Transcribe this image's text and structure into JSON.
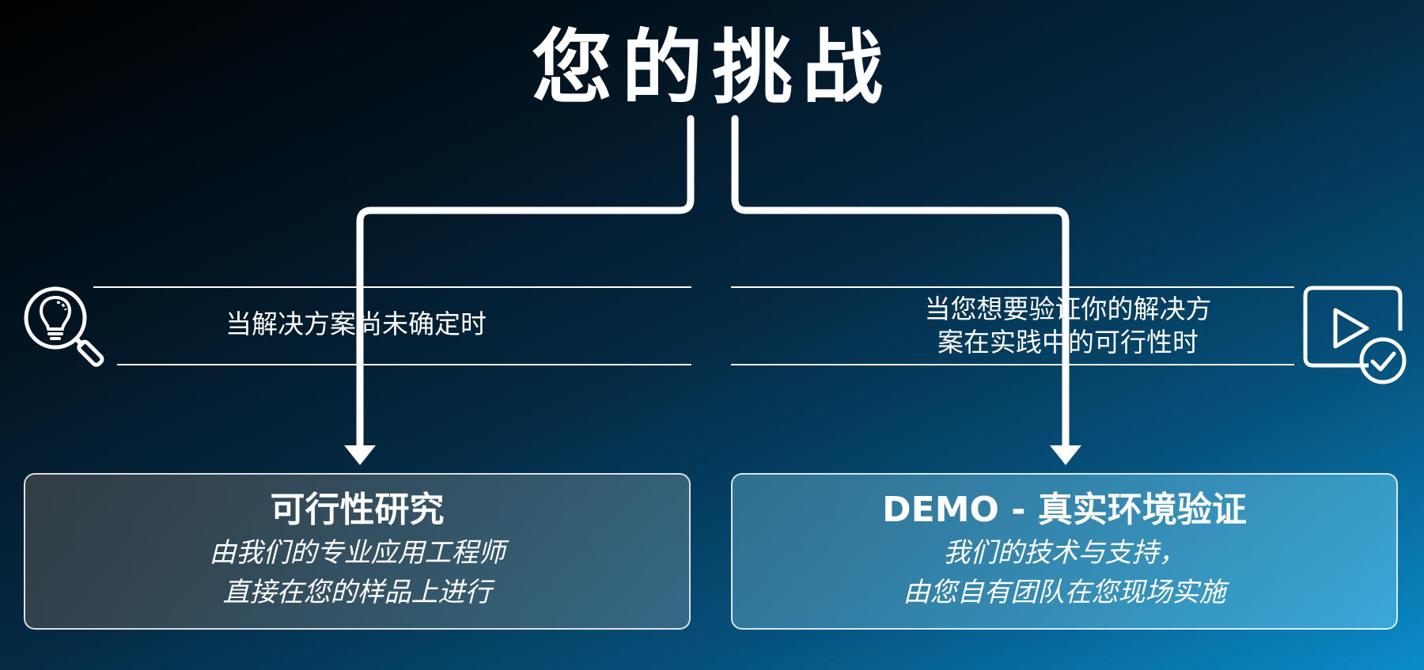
{
  "title": "您的挑战",
  "left_path": {
    "condition": [
      "当解决方案尚未确定时"
    ],
    "icon": "lightbulb-magnifier-icon",
    "result": {
      "title": "可行性研究",
      "lines": [
        "由我们的专业应用工程师",
        "直接在您的样品上进行"
      ]
    }
  },
  "right_path": {
    "condition": [
      "当您想要验证你的解决方",
      "案在实践中的可行性时"
    ],
    "icon": "play-check-icon",
    "result": {
      "title": "DEMO - 真实环境验证",
      "lines": [
        "我们的技术与支持，",
        "由您自有团队在您现场实施"
      ]
    }
  },
  "colors": {
    "background_start": "#000000",
    "background_end": "#0a8cc9",
    "foreground": "#ffffff"
  }
}
